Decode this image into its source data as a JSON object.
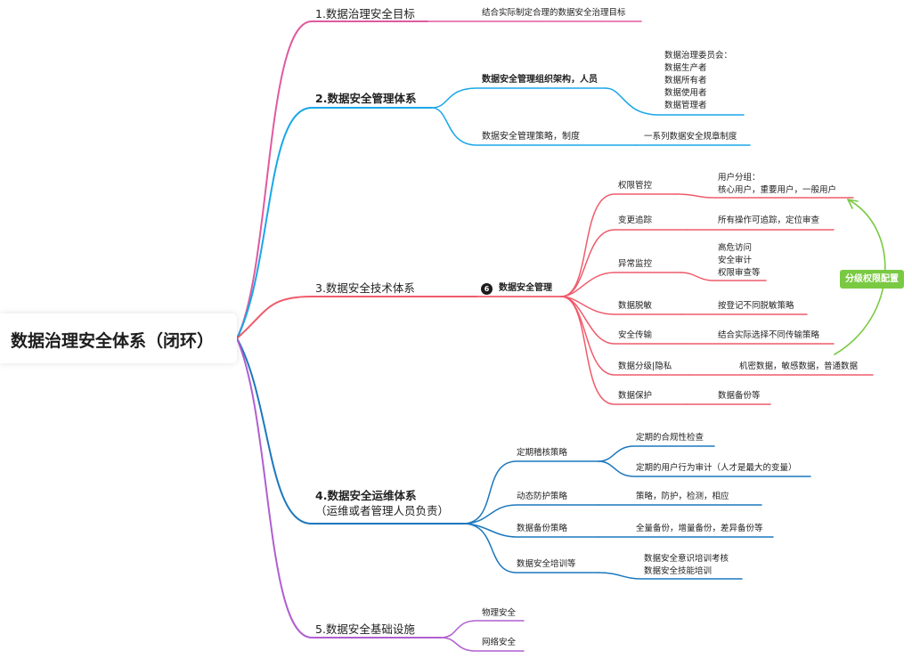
{
  "root": {
    "title": "数据治理安全体系（闭环）"
  },
  "colors": {
    "pink": "#e05aa0",
    "blue": "#1aa7e8",
    "red": "#ef5b6b",
    "navy": "#1c78be",
    "purple": "#b05fd0",
    "relation": "#7ac943"
  },
  "branches": [
    {
      "label": "1.数据治理安全目标",
      "children": [
        {
          "label": "结合实际制定合理的数据安全治理目标"
        }
      ]
    },
    {
      "label": "2.数据安全管理体系",
      "children": [
        {
          "label": "数据安全管理组织架构，人员",
          "children": [
            {
              "lines": [
                "数据治理委员会：",
                "数据生产者",
                "数据所有者",
                "数据使用者",
                "数据管理者"
              ]
            }
          ]
        },
        {
          "label": "数据安全管理策略，制度",
          "children": [
            {
              "label": "一系列数据安全规章制度"
            }
          ]
        }
      ]
    },
    {
      "label": "3.数据安全技术体系",
      "children": [
        {
          "label": "数据安全管理",
          "badge": "6",
          "children": [
            {
              "label": "权限管控",
              "children": [
                {
                  "lines": [
                    "用户分组：",
                    "核心用户，重要用户，一般用户"
                  ]
                }
              ]
            },
            {
              "label": "变更追踪",
              "children": [
                {
                  "label": "所有操作可追踪，定位审查"
                }
              ]
            },
            {
              "label": "异常监控",
              "children": [
                {
                  "lines": [
                    "高危访问",
                    "安全审计",
                    "权限审查等"
                  ]
                }
              ]
            },
            {
              "label": "数据脱敏",
              "children": [
                {
                  "label": "按登记不同脱敏策略"
                }
              ]
            },
            {
              "label": "安全传输",
              "children": [
                {
                  "label": "结合实际选择不同传输策略"
                }
              ]
            },
            {
              "label": "数据分级|隐私",
              "children": [
                {
                  "label": "机密数据，敏感数据，普通数据"
                }
              ]
            },
            {
              "label": "数据保护",
              "children": [
                {
                  "label": "数据备份等"
                }
              ]
            }
          ]
        }
      ]
    },
    {
      "lines": [
        "4.数据安全运维体系",
        "（运维或者管理人员负责）"
      ],
      "children": [
        {
          "label": "定期稽核策略",
          "children": [
            {
              "label": "定期的合规性检查"
            },
            {
              "label": "定期的用户行为审计（人才是最大的变量）"
            }
          ]
        },
        {
          "label": "动态防护策略",
          "children": [
            {
              "label": "策略，防护，检测，相应"
            }
          ]
        },
        {
          "label": "数据备份策略",
          "children": [
            {
              "label": "全量备份，增量备份，差异备份等"
            }
          ]
        },
        {
          "label": "数据安全培训等",
          "children": [
            {
              "lines": [
                "数据安全意识培训考核",
                "数据安全技能培训"
              ]
            }
          ]
        }
      ]
    },
    {
      "label": "5.数据安全基础设施",
      "children": [
        {
          "label": "物理安全"
        },
        {
          "label": "网络安全"
        }
      ]
    }
  ],
  "relation": {
    "label": "分级权限配置"
  }
}
